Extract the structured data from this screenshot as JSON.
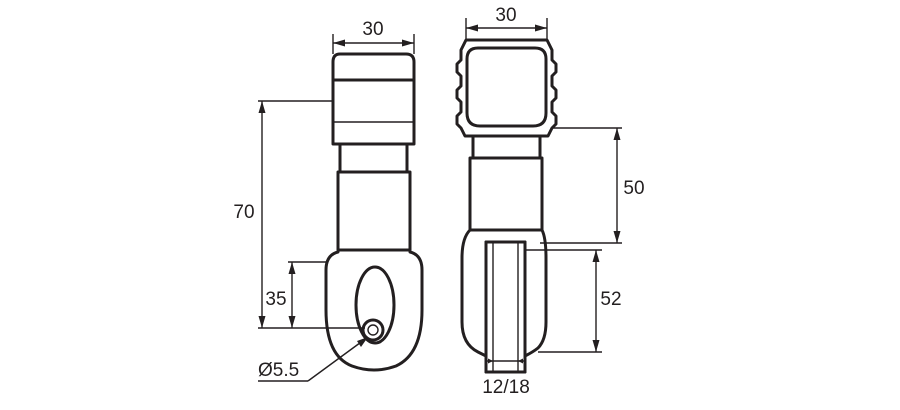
{
  "dimensions": {
    "side_top_width": "30",
    "front_top_width": "30",
    "overall_height": "70",
    "hole_height": "35",
    "hole_diameter": "Ø5.5",
    "upper_height": "50",
    "lower_height": "52",
    "slot_width": "12/18"
  },
  "colors": {
    "line": "#231f20",
    "background": "#ffffff"
  }
}
